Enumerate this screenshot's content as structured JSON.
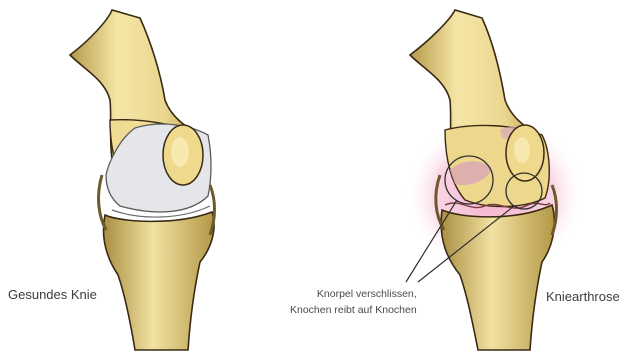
{
  "labels": {
    "healthy": "Gesundes Knie",
    "arthrosis": "Kniearthrose",
    "annotation_line1": "Knorpel verschlissen,",
    "annotation_line2": "Knochen reibt auf Knochen"
  },
  "colors": {
    "bone": "#efdc96",
    "bone_shadow": "#a4893c",
    "bone_outline": "#3a2a14",
    "cartilage": "#e4e6ea",
    "inflammation": "#f2a7c6",
    "damaged_cartilage": "#d9a6b7",
    "text": "#3d3d3d"
  }
}
